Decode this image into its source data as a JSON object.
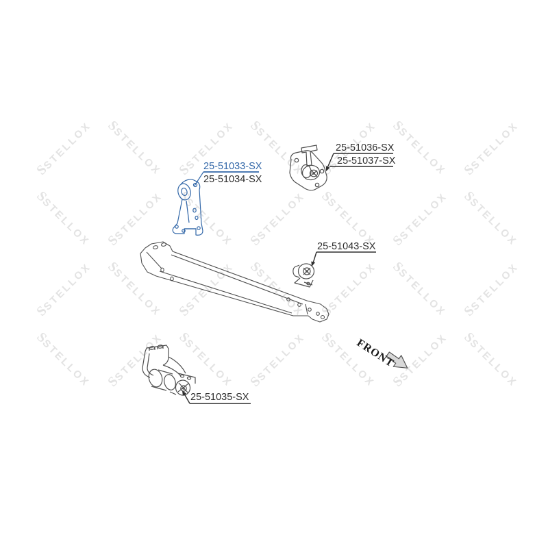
{
  "diagram": {
    "watermark": {
      "text": "STELLOX",
      "logo": "S",
      "color": "#e3e3e3"
    },
    "front_label": "FRONT",
    "labels": {
      "l33": {
        "text": "25-51033-SX",
        "style": "link-blue"
      },
      "l34": {
        "text": "25-51034-SX",
        "style": "black"
      },
      "l36": {
        "text": "25-51036-SX",
        "style": "black"
      },
      "l37": {
        "text": "25-51037-SX",
        "style": "black"
      },
      "l43": {
        "text": "25-51043-SX",
        "style": "black"
      },
      "l35": {
        "text": "25-51035-SX",
        "style": "black"
      }
    },
    "colors": {
      "highlight_blue": "#3267a8",
      "line_gray": "#4f4f4f",
      "label_black": "#2d2d2d",
      "watermark_gray": "#e3e3e3",
      "front_arrow_fill": "#d8d8d8"
    }
  }
}
